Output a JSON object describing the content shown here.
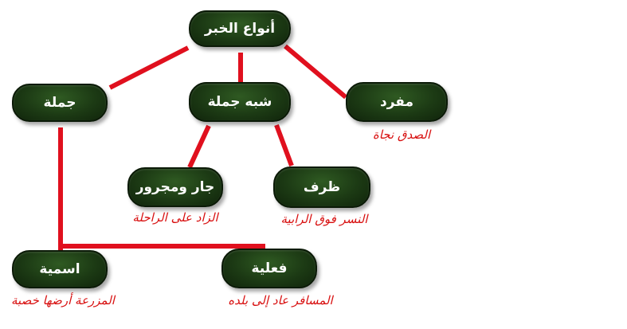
{
  "diagram": {
    "root": {
      "label": "أنواع الخبر"
    },
    "nodes": {
      "mufrad": {
        "label": "مفرد",
        "example": "الصدق نجاة"
      },
      "shibh": {
        "label": "شبه جملة"
      },
      "jumla": {
        "label": "جملة"
      },
      "dharf": {
        "label": "ظرف",
        "example": "النسر فوق الرابية"
      },
      "jar": {
        "label": "جار ومجرور",
        "example": "الزاد على الراحلة"
      },
      "ismiyya": {
        "label": "اسمية",
        "example": "المزرعة أرضها خصبة"
      },
      "fiiliyya": {
        "label": "فعلية",
        "example": "المسافر عاد إلى بلده"
      }
    },
    "colors": {
      "node_fill": "#1c3a14",
      "connector": "#e0101e",
      "example_text": "#d81010"
    }
  }
}
